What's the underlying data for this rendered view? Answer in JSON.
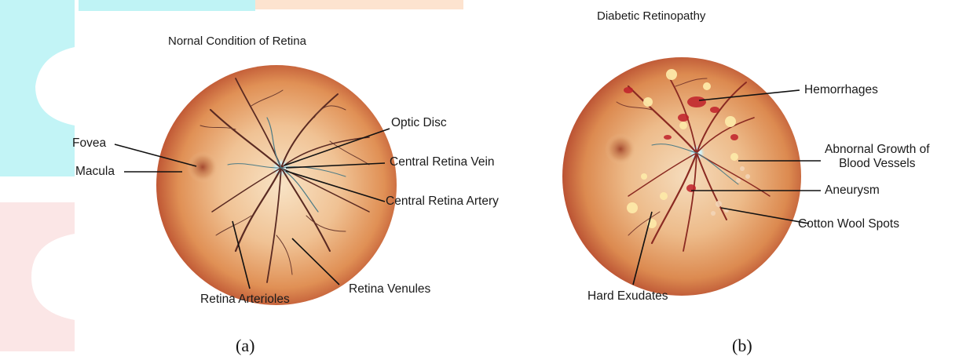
{
  "panel_a": {
    "title": "Nornal Condition of Retina",
    "caption": "(a)",
    "labels": {
      "fovea": "Fovea",
      "macula": "Macula",
      "optic_disc": "Optic Disc",
      "central_retina_vein": "Central Retina Vein",
      "central_retina_artery": "Central Retina Artery",
      "retina_arterioles": "Retina Arterioles",
      "retina_venules": "Retina Venules"
    }
  },
  "panel_b": {
    "title": "Diabetic Retinopathy",
    "caption": "(b)",
    "labels": {
      "hemorrhages": "Hemorrhages",
      "abnormal_growth_line1": "Abnornal Growth of",
      "abnormal_growth_line2": "Blood Vessels",
      "aneurysm": "Aneurysm",
      "cotton_wool_spots": "Cotton Wool Spots",
      "hard_exudates": "Hard Exudates"
    }
  },
  "colors": {
    "retina_outer": "#b5452a",
    "retina_mid": "#e4935f",
    "retina_center": "#f7e0c0",
    "vessel": "#5a2a22",
    "hemorrhage": "#c0202a",
    "exudate": "#fde9a8",
    "watermark_cyan": "#bff3f5",
    "watermark_red": "#fbe3e3"
  }
}
